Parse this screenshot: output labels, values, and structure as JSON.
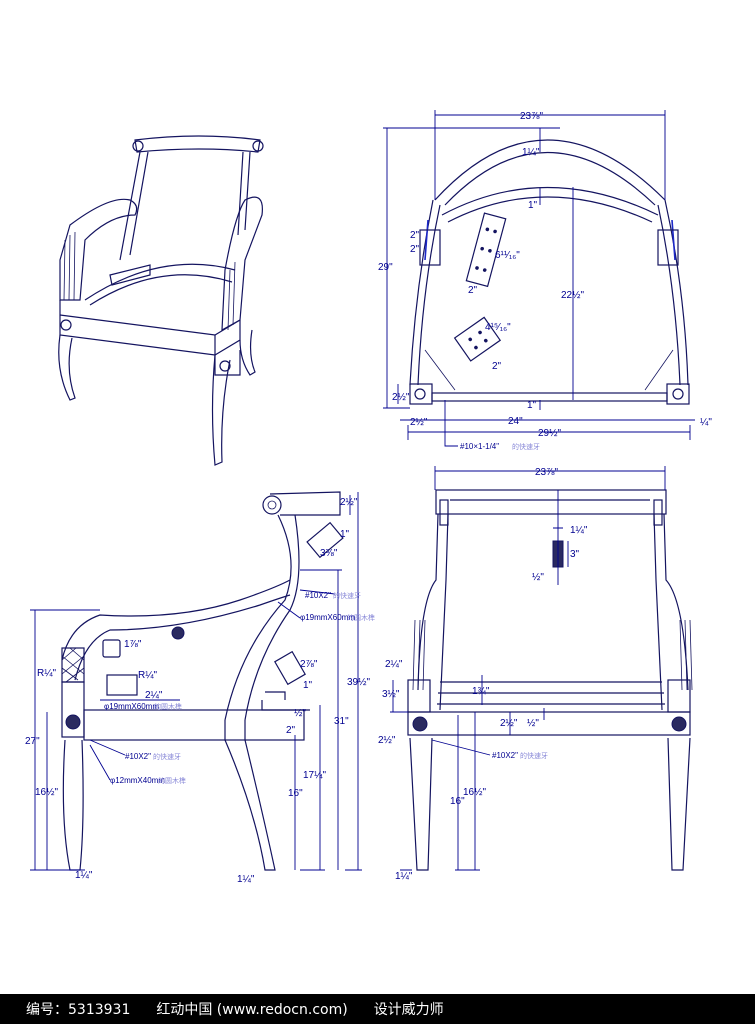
{
  "top_view": {
    "width_top": "23⅞\"",
    "rail_thickness": "1¼\"",
    "inner_rail": "1\"",
    "depth": "22½\"",
    "overall_depth": "29\"",
    "bracket_a": "2\"",
    "bracket_b": "2\"",
    "plate1_len": "6¹¹⁄₁₆\"",
    "plate1_w": "2\"",
    "plate2_len": "4¹⁵⁄₁₆\"",
    "plate2_w": "2\"",
    "corner_h": "2½\"",
    "front_rail": "1\"",
    "corner_w": "2½\"",
    "inner_width": "24\"",
    "overhang": "¼\"",
    "overall_width": "29½\"",
    "screw_note": "#10×1-1/4\"",
    "screw_note_cn": "的快速牙"
  },
  "side_view": {
    "top_rail_h": "2½\"",
    "plate_w": "1\"",
    "plate_len": "3⅜\"",
    "screw1": "#10X2\"",
    "screw1_cn": "的快速牙",
    "dowel1": "φ19mmX60mm",
    "dowel1_cn": "的圆木榫",
    "arm_w": "1⅞\"",
    "radius1": "R¼\"",
    "radius2": "R¼\"",
    "arm_h": "2¼\"",
    "dowel2": "φ19mmX60mm",
    "dowel2_cn": "的圆木榫",
    "plate2_len": "2⅞\"",
    "plate2_w": "1\"",
    "rail_gap": "½\"",
    "rail_h": "2\"",
    "screw2": "#10X2\"",
    "screw2_cn": "的快速牙",
    "dowel3": "φ12mmX40mm",
    "dowel3_cn": "的圆木榫",
    "arm_height": "27\"",
    "front_seat": "16½\"",
    "total_height": "39½\"",
    "back_height": "31\"",
    "seat_back": "17¼\"",
    "seat_height": "16\"",
    "front_foot": "1¼\"",
    "back_foot": "1¼\""
  },
  "front_view": {
    "width_top": "23⅞\"",
    "slat_w": "1¼\"",
    "slat_h": "3\"",
    "slat_step": "½\"",
    "arm_post": "2¼\"",
    "arm_block": "3½\"",
    "seat_slat": "1¾\"",
    "rail_h": "2½\"",
    "rail_step": "½\"",
    "leg_block": "2½\"",
    "screw": "#10X2\"",
    "screw_cn": "的快速牙",
    "seat_height": "16\"",
    "front_seat": "16½\"",
    "foot": "1¼\""
  },
  "footer": {
    "id_label": "编号：5313931",
    "site": "红动中国 (www.redocn.com)",
    "author": "设计威力师"
  }
}
